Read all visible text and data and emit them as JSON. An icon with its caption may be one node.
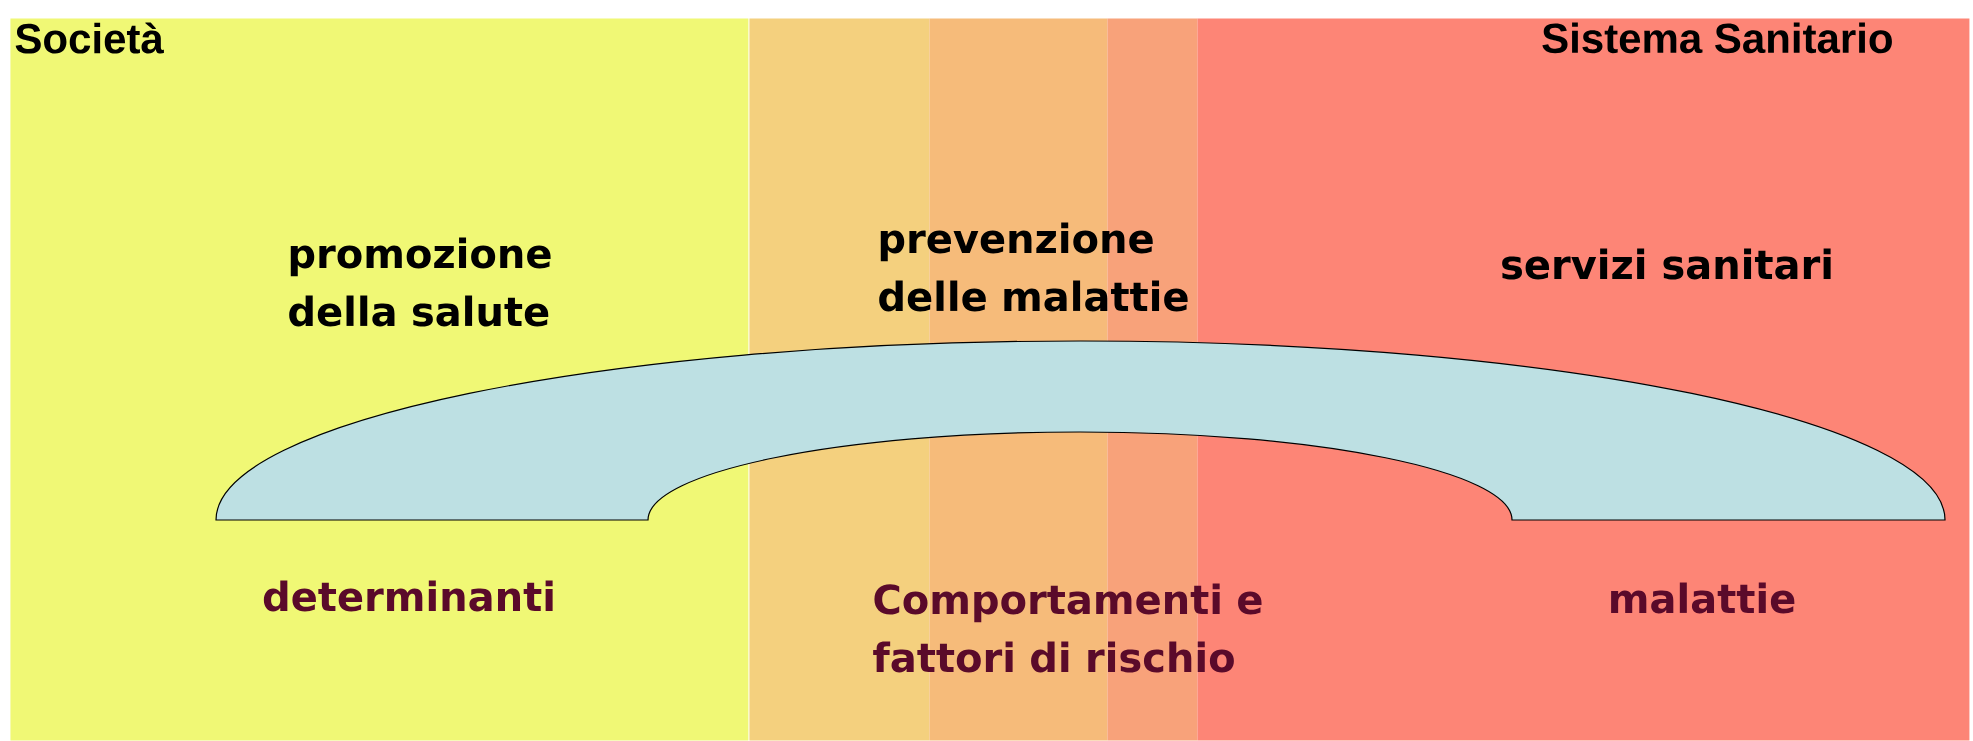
{
  "diagram": {
    "nodes": [
      {
        "text": [
          "Società",
          "promozione della salute",
          "determinanti"
        ]
      },
      {
        "text": [],
        "shape": "bar"
      },
      {
        "text": [],
        "shape": "bar"
      },
      {
        "text": [],
        "shape": "bar"
      },
      {
        "text": [
          "Sistema Sanitario",
          "servizi sanitari",
          "malattie"
        ]
      }
    ],
    "labels": [
      "prevenzione delle malattie",
      "Comportamenti e fattori di rischio"
    ]
  }
}
